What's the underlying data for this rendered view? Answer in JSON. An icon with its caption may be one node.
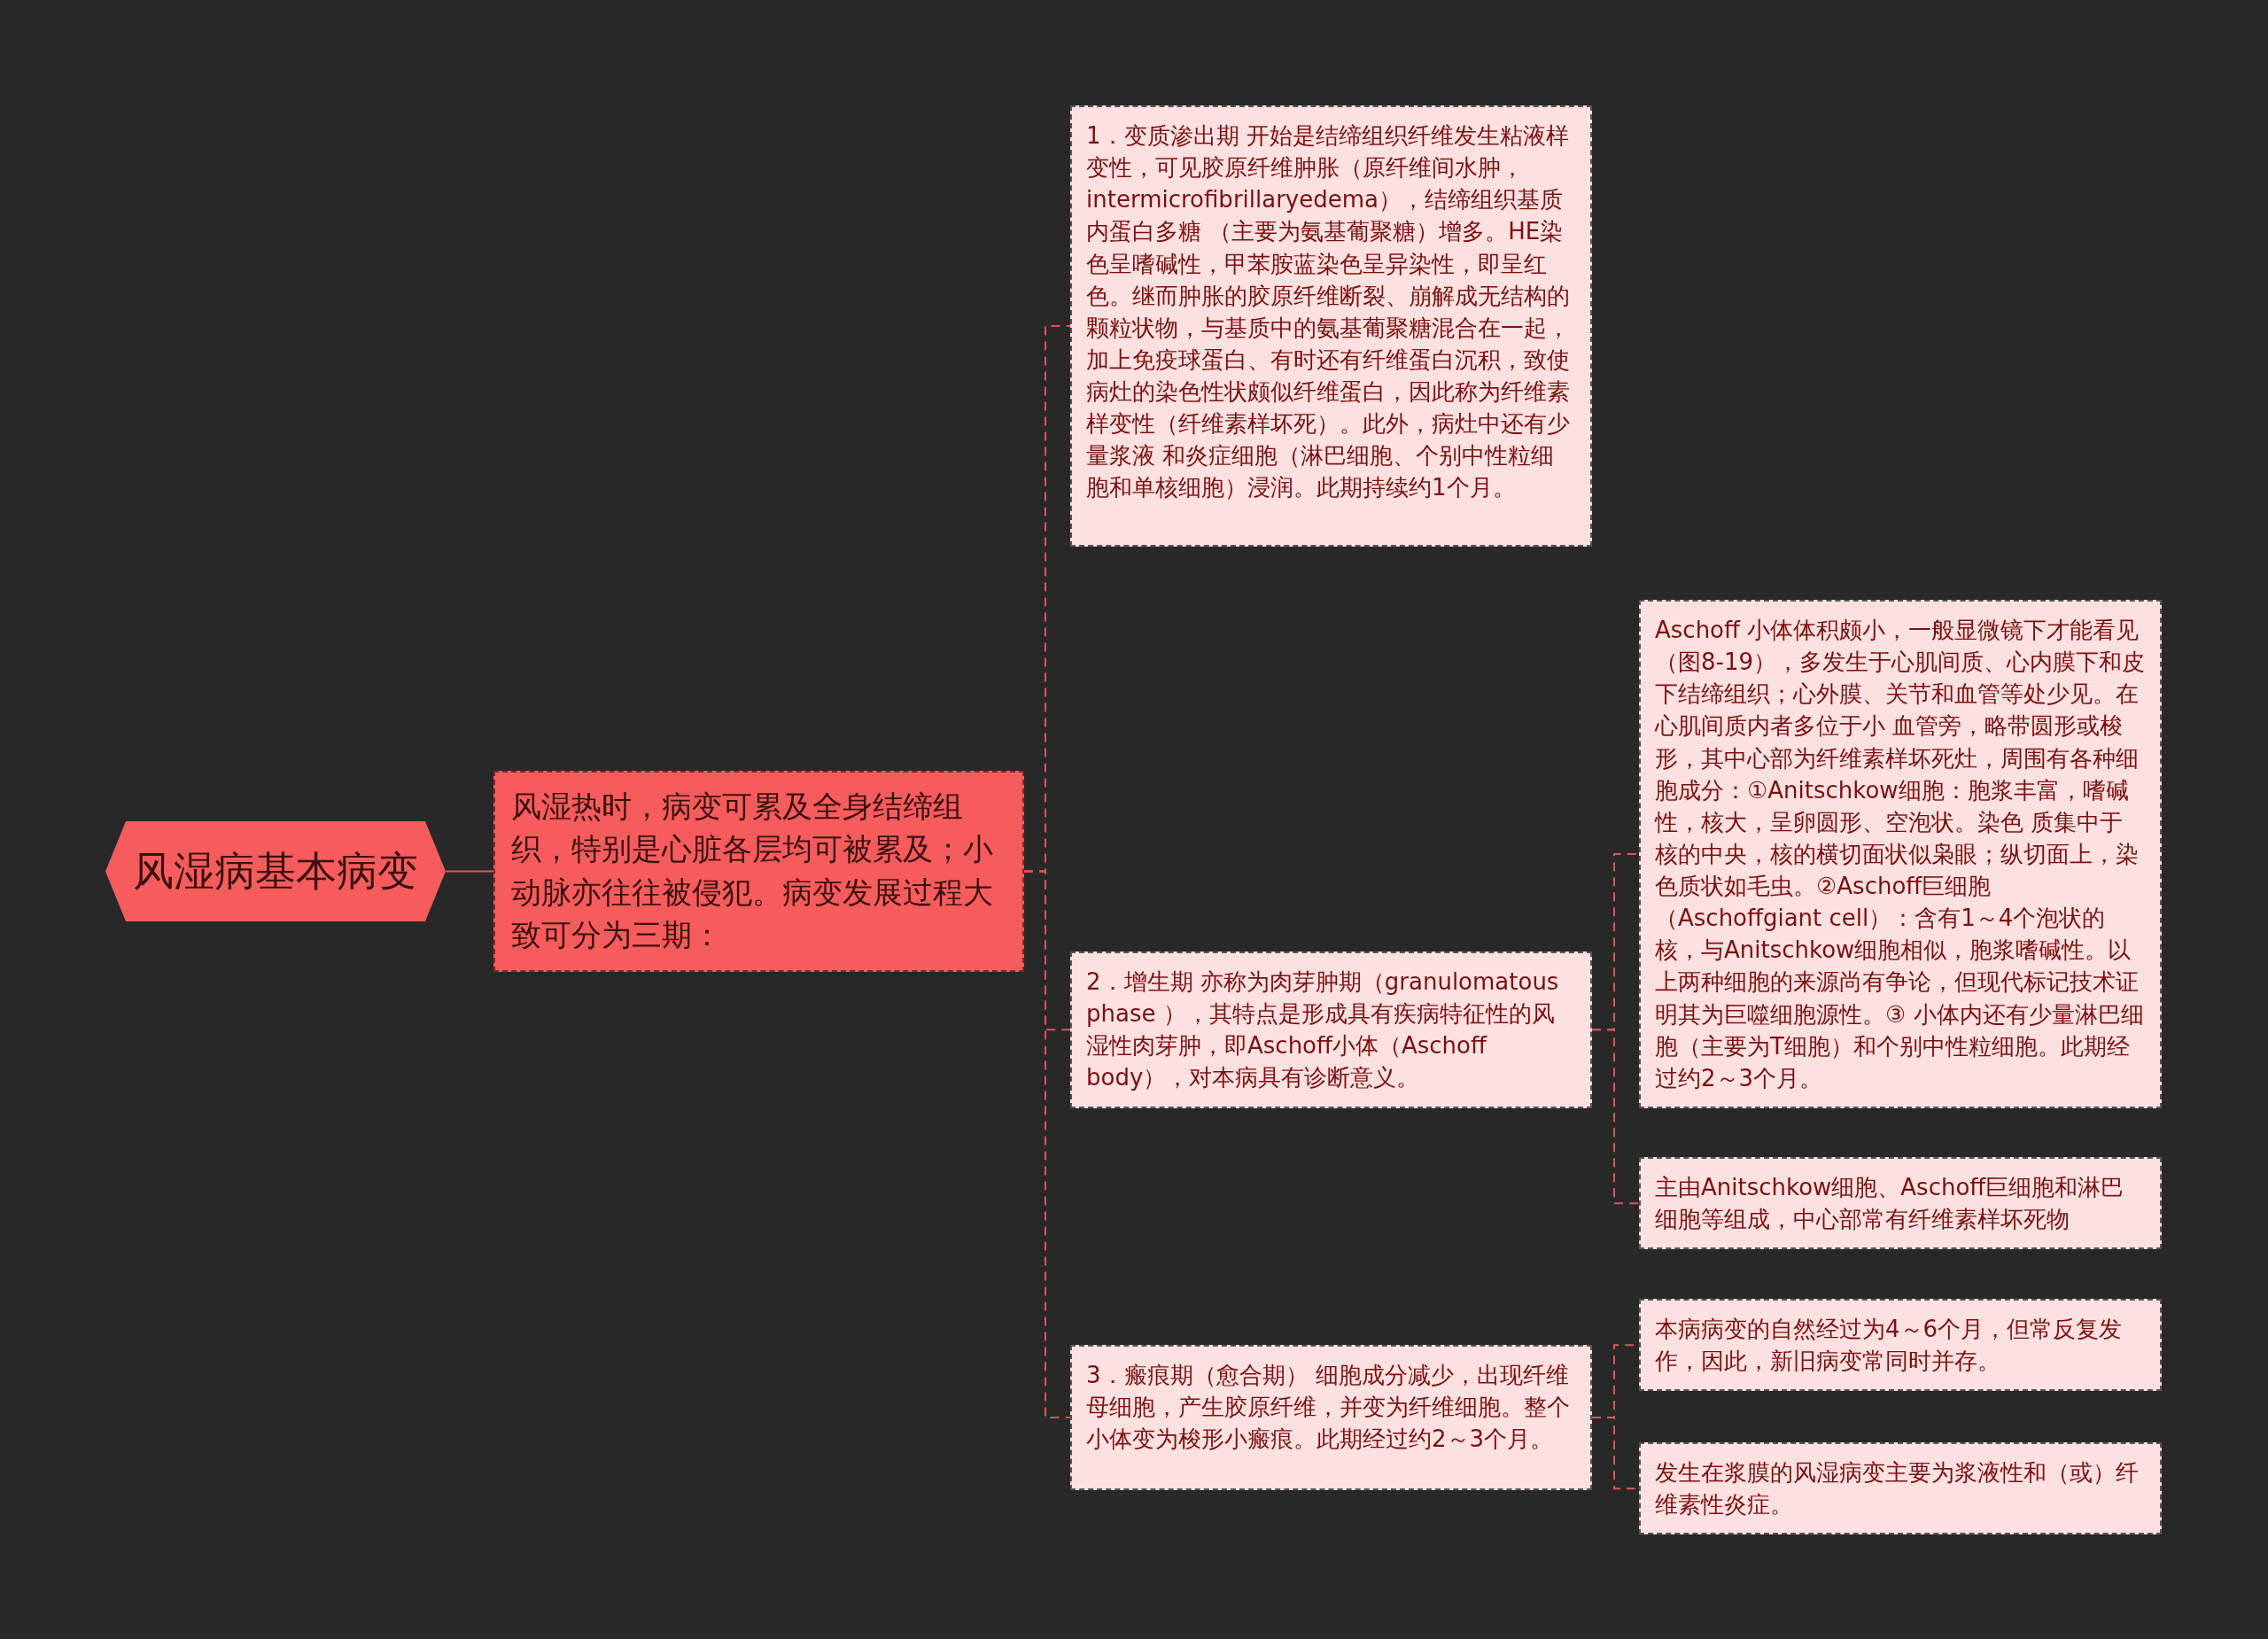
{
  "diagram": {
    "nodes": [
      {
        "text": [
          "风湿病基本病变"
        ]
      },
      {
        "text": [
          "风湿热时，病变可累及全身结缔组织，特别是心脏各层均可被累及；小动脉亦往往被侵犯。病变发展过程大致可分为三期："
        ]
      },
      {
        "text": [
          "1．变质渗出期 开始是结缔组织纤维发生粘液样变性，可见胶原纤维肿胀（原纤维间水肿，intermicrofibrillaryedema），结缔组织基质内蛋白多糖 （主要为氨基葡聚糖）增多。HE染色呈嗜碱性，甲苯胺蓝染色呈异染性，即呈红色。继而肿胀的胶原纤维断裂、崩解成无结构的颗粒状物，与基质中的氨基葡聚糖混合在一起，加上免疫球蛋白、有时还有纤维蛋白沉积，致使病灶的染色性状颇似纤维蛋白，因此称为纤维素样变性（纤维素样坏死）。此外，病灶中还有少量浆液 和炎症细胞（淋巴细胞、个别中性粒细胞和单核细胞）浸润。此期持续约1个月。"
        ]
      },
      {
        "text": [
          "2．增生期 亦称为肉芽肿期（granulomatous phase ），其特点是形成具有疾病特征性的风湿性肉芽肿，即Aschoff小体（Aschoff body），对本病具有诊断意义。"
        ]
      },
      {
        "text": [
          "3．瘢痕期（愈合期） 细胞成分减少，出现纤维母细胞，产生胶原纤维，并变为纤维细胞。整个小体变为梭形小瘢痕。此期经过约2～3个月。"
        ]
      },
      {
        "text": [
          "Aschoff 小体体积颇小，一般显微镜下才能看见（图8-19），多发生于心肌间质、心内膜下和皮下结缔组织；心外膜、关节和血管等处少见。在心肌间质内者多位于小 血管旁，略带圆形或梭形，其中心部为纤维素样坏死灶，周围有各种细胞成分：①Anitschkow细胞：胞浆丰富，嗜碱性，核大，呈卵圆形、空泡状。染色 质集中于核的中央，核的横切面状似枭眼；纵切面上，染色质状如毛虫。②Aschoff巨细胞（Aschoffgiant cell）：含有1～4个泡状的核，与Anitschkow细胞相似，胞浆嗜碱性。以上两种细胞的来源尚有争论，但现代标记技术证明其为巨噬细胞源性。③ 小体内还有少量淋巴细胞（主要为T细胞）和个别中性粒细胞。此期经过约2～3个月。"
        ]
      },
      {
        "text": [
          "主由Anitschkow细胞、Aschoff巨细胞和淋巴细胞等组成，中心部常有纤维素样坏死物"
        ]
      },
      {
        "text": [
          "本病病变的自然经过为4～6个月，但常反复发作，因此，新旧病变常同时并存。"
        ]
      },
      {
        "text": [
          "发生在浆膜的风湿病变主要为浆液性和（或）纤维素性炎症。"
        ]
      }
    ],
    "edges": [
      {
        "from": 0,
        "to": 1,
        "arrow": "none"
      },
      {
        "from": 1,
        "to": 2,
        "arrow": "none",
        "style": "dashed"
      },
      {
        "from": 1,
        "to": 3,
        "arrow": "none",
        "style": "dashed"
      },
      {
        "from": 1,
        "to": 4,
        "arrow": "none",
        "style": "dashed"
      },
      {
        "from": 3,
        "to": 5,
        "arrow": "none",
        "style": "dashed"
      },
      {
        "from": 3,
        "to": 6,
        "arrow": "none",
        "style": "dashed"
      },
      {
        "from": 4,
        "to": 7,
        "arrow": "none",
        "style": "dashed"
      },
      {
        "from": 4,
        "to": 8,
        "arrow": "none",
        "style": "dashed"
      }
    ]
  }
}
